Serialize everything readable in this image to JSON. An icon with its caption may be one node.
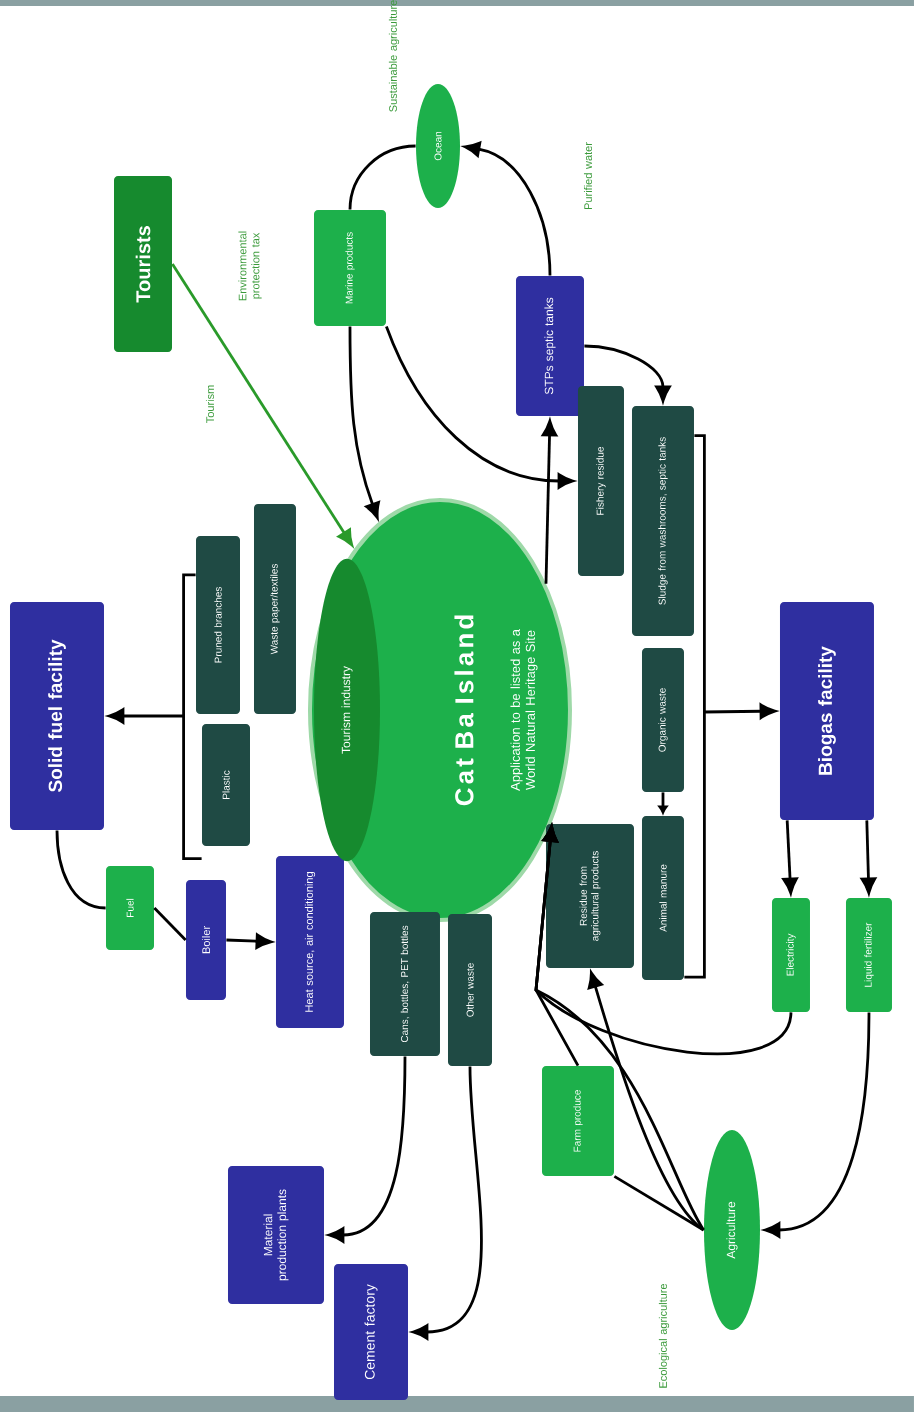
{
  "diagram": {
    "nodes": [
      {
        "text": [
          "Tourists"
        ]
      },
      {
        "text": [
          "Marine products"
        ]
      },
      {
        "text": [
          "Ocean"
        ]
      },
      {
        "text": [
          "STPs septic tanks"
        ]
      },
      {
        "text": [
          "Cat Ba Island",
          "Application to be listed as a World Natural Heritage Site"
        ]
      },
      {
        "text": [
          "Tourism industry"
        ],
        "in": 4
      },
      {
        "text": [
          "Pruned branches"
        ]
      },
      {
        "text": [
          "Waste paper/textiles"
        ]
      },
      {
        "text": [
          "Plastic"
        ]
      },
      {
        "text": [
          "Solid fuel facility"
        ]
      },
      {
        "text": [
          "Fuel"
        ]
      },
      {
        "text": [
          "Boiler"
        ]
      },
      {
        "text": [
          "Heat source, air conditioning"
        ]
      },
      {
        "text": [
          "Cans, bottles, PET bottles"
        ]
      },
      {
        "text": [
          "Other waste"
        ]
      },
      {
        "text": [
          "Material production plants"
        ]
      },
      {
        "text": [
          "Cement factory"
        ]
      },
      {
        "text": [
          "Fishery residue"
        ]
      },
      {
        "text": [
          "Sludge from washrooms, septic tanks"
        ]
      },
      {
        "text": [
          "Organic waste"
        ]
      },
      {
        "text": [
          "Animal manure"
        ]
      },
      {
        "text": [
          "Residue from agricultural products"
        ]
      },
      {
        "text": [
          "Biogas facility"
        ]
      },
      {
        "text": [
          "Electricity"
        ]
      },
      {
        "text": [
          "Liquid fertilizer"
        ]
      },
      {
        "text": [
          "Farm produce"
        ]
      },
      {
        "text": [
          "Agriculture"
        ]
      }
    ],
    "edges": [
      {
        "from": 0,
        "to": 4,
        "arrow": "to",
        "color": "#2a9a2a"
      },
      {
        "from": 1,
        "to": 4,
        "arrow": "to"
      },
      {
        "from": 1,
        "to": 17,
        "arrow": "to"
      },
      {
        "from": 1,
        "to": 2,
        "arrow": "none"
      },
      {
        "from": 3,
        "to": 2,
        "arrow": "to"
      },
      {
        "from": 3,
        "to": 18,
        "arrow": "to"
      },
      {
        "from": 4,
        "to": 3,
        "arrow": "to"
      },
      {
        "from": 6,
        "to": 9,
        "arrow": "to"
      },
      {
        "from": 8,
        "to": 9,
        "arrow": "to"
      },
      {
        "from": 9,
        "to": 10,
        "arrow": "none"
      },
      {
        "from": 10,
        "to": 11,
        "arrow": "none"
      },
      {
        "from": 11,
        "to": 12,
        "arrow": "to"
      },
      {
        "from": 13,
        "to": 15,
        "arrow": "to"
      },
      {
        "from": 14,
        "to": 16,
        "arrow": "to"
      },
      {
        "from": 18,
        "to": 22,
        "arrow": "to"
      },
      {
        "from": 20,
        "to": 22,
        "arrow": "to"
      },
      {
        "from": 19,
        "to": 20,
        "arrow": "to"
      },
      {
        "from": 22,
        "to": 23,
        "arrow": "to"
      },
      {
        "from": 22,
        "to": 24,
        "arrow": "to"
      },
      {
        "from": 23,
        "to": 4,
        "arrow": "to"
      },
      {
        "from": 25,
        "to": 4,
        "arrow": "to"
      },
      {
        "from": 26,
        "to": 4,
        "arrow": "to"
      },
      {
        "from": 26,
        "to": 21,
        "arrow": "to"
      },
      {
        "from": 26,
        "to": 25,
        "arrow": "none"
      },
      {
        "from": 24,
        "to": 26,
        "arrow": "to"
      }
    ],
    "labels": [
      "Sustainable agriculture",
      "Environmental protection tax",
      "Tourism",
      "Purified water",
      "Ecological agriculture"
    ]
  }
}
